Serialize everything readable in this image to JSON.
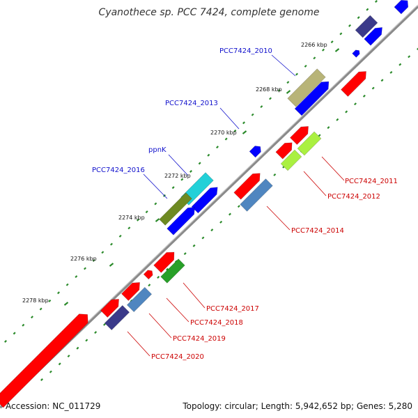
{
  "title": "Cyanothece sp. PCC 7424, complete genome",
  "footer": {
    "accession": "Accession: NC_011729",
    "summary": "Topology: circular; Length: 5,942,652 bp; Genes: 5,280"
  },
  "colors": {
    "background": "#ffffff",
    "backbone": "#888888",
    "tick": "#2a8a2a",
    "label_forward": "#1010cc",
    "label_reverse": "#cc0000",
    "gene_red": "#ff0000",
    "gene_blue": "#0000ff",
    "gene_navy": "#3b3a8a",
    "gene_khaki": "#b8b478",
    "gene_cyan": "#22d0d8",
    "gene_olive": "#6e8a22",
    "gene_lime": "#aaf040",
    "gene_steel": "#4f86c0",
    "gene_green": "#28a028"
  },
  "kbp_ticks": [
    "2266 kbp",
    "2268 kbp",
    "2270 kbp",
    "2272 kbp",
    "2274 kbp",
    "2276 kbp",
    "2278 kbp"
  ],
  "gene_labels": {
    "forward": [
      "PCC7424_2010",
      "PCC7424_2013",
      "ppnK",
      "PCC7424_2016"
    ],
    "reverse": [
      "PCC7424_2011",
      "PCC7424_2012",
      "PCC7424_2014",
      "PCC7424_2017",
      "PCC7424_2018",
      "PCC7424_2019",
      "PCC7424_2020"
    ]
  }
}
